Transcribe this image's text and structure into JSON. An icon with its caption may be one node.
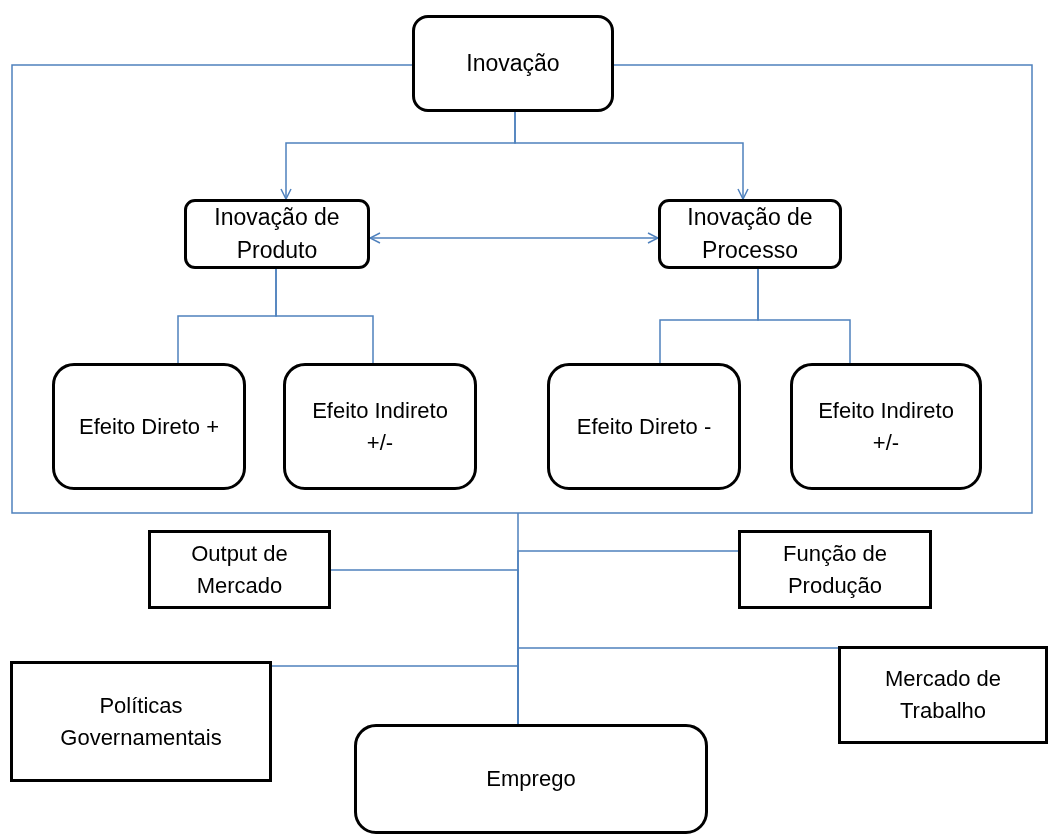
{
  "diagram": {
    "nodes": [
      {
        "text": [
          "Inovação"
        ]
      },
      {
        "text": [
          "Inovação de Produto"
        ]
      },
      {
        "text": [
          "Inovação de Processo"
        ]
      },
      {
        "text": [
          "Efeito Direto +"
        ]
      },
      {
        "text": [
          "Efeito Indireto +/-"
        ]
      },
      {
        "text": [
          "Efeito Direto -"
        ]
      },
      {
        "text": [
          "Efeito Indireto +/-"
        ]
      },
      {
        "text": [
          "Output de Mercado"
        ]
      },
      {
        "text": [
          "Função de Produção"
        ]
      },
      {
        "text": [
          "Políticas Governamentais"
        ]
      },
      {
        "text": [
          "Mercado de Trabalho"
        ]
      },
      {
        "text": [
          "Emprego"
        ]
      }
    ],
    "edges": [
      {
        "from": 0,
        "to": 1,
        "arrow": "to"
      },
      {
        "from": 0,
        "to": 2,
        "arrow": "to"
      },
      {
        "from": 1,
        "to": 2,
        "arrow": "both"
      },
      {
        "from": 1,
        "to": 3,
        "arrow": "none"
      },
      {
        "from": 1,
        "to": 4,
        "arrow": "none"
      },
      {
        "from": 2,
        "to": 5,
        "arrow": "none"
      },
      {
        "from": 2,
        "to": 6,
        "arrow": "none"
      },
      {
        "from": 0,
        "to": 11,
        "arrow": "none"
      },
      {
        "from": 7,
        "to": 11,
        "arrow": "none"
      },
      {
        "from": 8,
        "to": 11,
        "arrow": "none"
      },
      {
        "from": 9,
        "to": 11,
        "arrow": "none"
      },
      {
        "from": 10,
        "to": 11,
        "arrow": "none"
      }
    ]
  }
}
